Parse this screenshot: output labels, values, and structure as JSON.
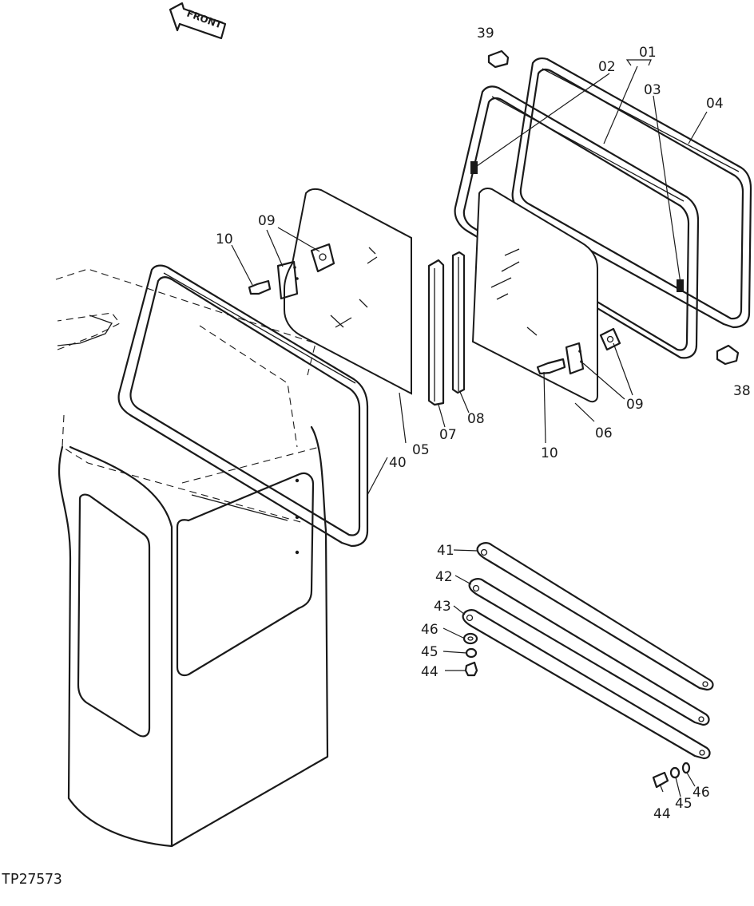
{
  "figure": {
    "reference": "TP27573",
    "front_label": "FRONT"
  },
  "callouts": {
    "c01": "01",
    "c02": "02",
    "c03": "03",
    "c04": "04",
    "c05": "05",
    "c06": "06",
    "c07": "07",
    "c08": "08",
    "c09a": "09",
    "c09b": "09",
    "c10a": "10",
    "c10b": "10",
    "c38": "38",
    "c39": "39",
    "c40": "40",
    "c41": "41",
    "c42": "42",
    "c43": "43",
    "c44a": "44",
    "c44b": "44",
    "c45a": "45",
    "c45b": "45",
    "c46a": "46",
    "c46b": "46"
  }
}
